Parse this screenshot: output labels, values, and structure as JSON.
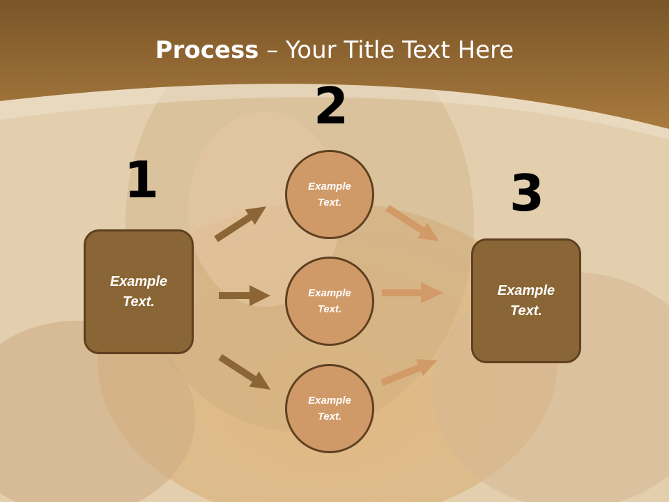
{
  "title": {
    "bold": "Process",
    "rest": " – Your Title Text Here"
  },
  "numbers": {
    "n1": "1",
    "n2": "2",
    "n3": "3"
  },
  "left_box": {
    "text": "Example Text."
  },
  "right_box": {
    "text": "Example Text."
  },
  "circles": [
    {
      "text": "Example Text."
    },
    {
      "text": "Example Text."
    },
    {
      "text": "Example Text."
    }
  ],
  "colors": {
    "header_brown": "#8d6530",
    "box_fill": "#8a6535",
    "circle_fill": "#d09a68",
    "arrow_dark": "#8b6535",
    "arrow_light": "#d29a66"
  }
}
